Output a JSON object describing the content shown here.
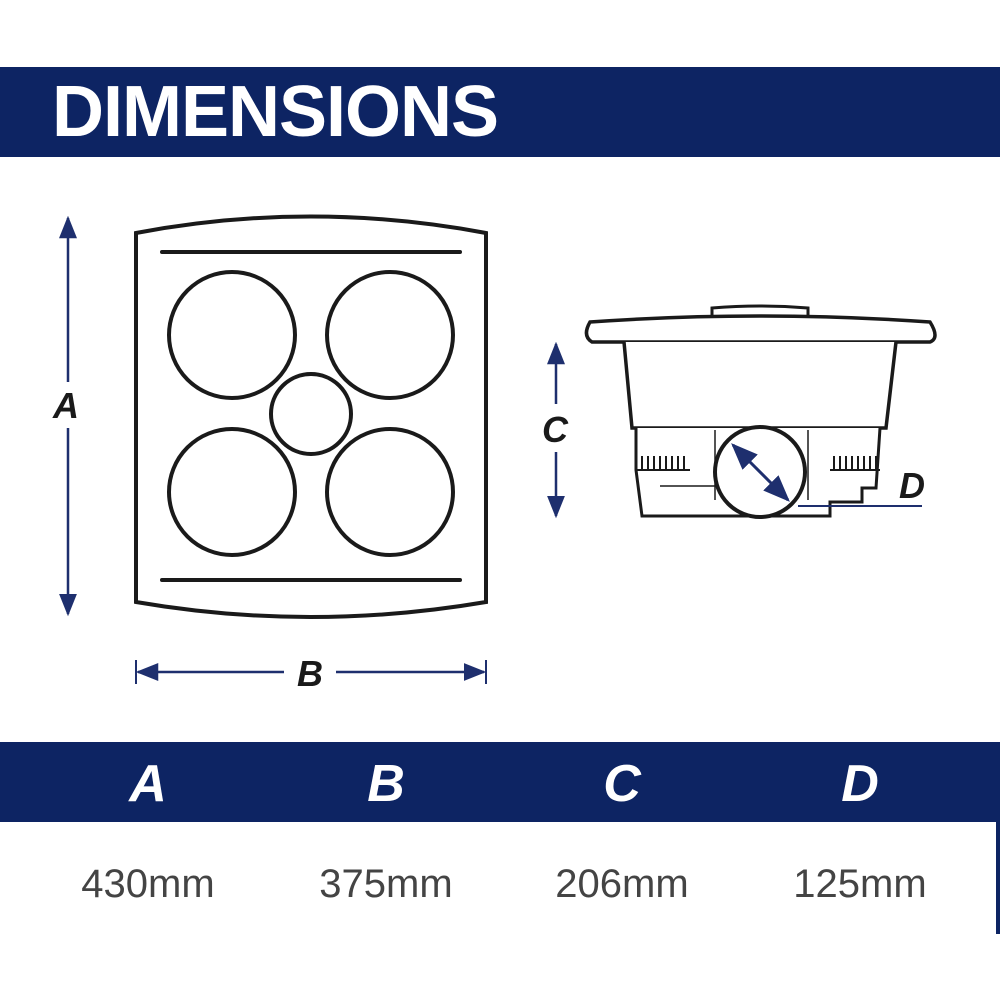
{
  "header": {
    "title": "DIMENSIONS"
  },
  "diagram": {
    "labels": {
      "a": "A",
      "b": "B",
      "c": "C",
      "d": "D"
    }
  },
  "table": {
    "columns": [
      "A",
      "B",
      "C",
      "D"
    ],
    "values": [
      "430mm",
      "375mm",
      "206mm",
      "125mm"
    ]
  },
  "colors": {
    "navy": "#0d2463",
    "line": "#1a1a1a",
    "arrow": "#1e2f6e"
  }
}
